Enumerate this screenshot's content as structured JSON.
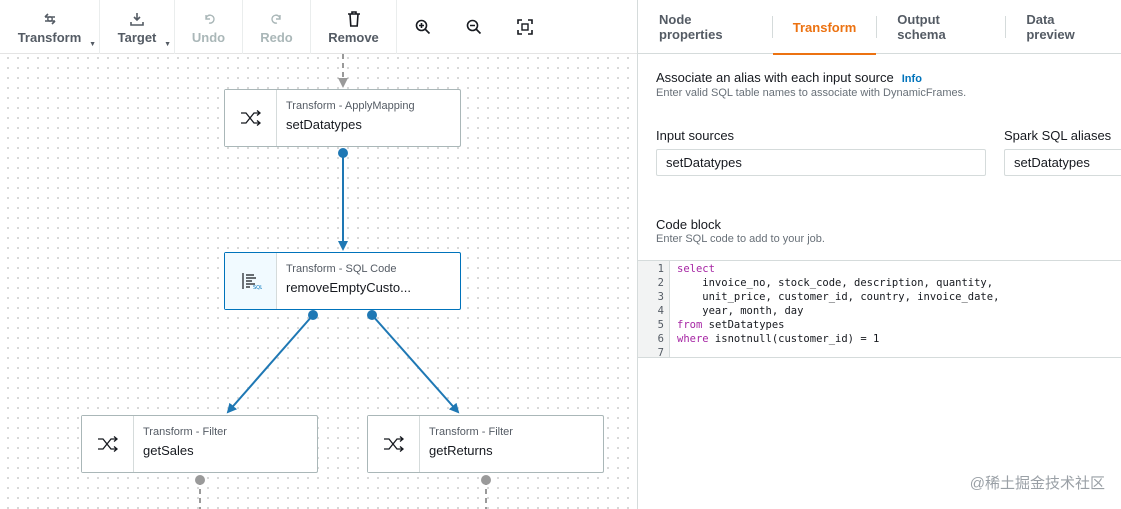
{
  "toolbar": {
    "transform_label": "Transform",
    "target_label": "Target",
    "undo_label": "Undo",
    "redo_label": "Redo",
    "remove_label": "Remove"
  },
  "nodes": [
    {
      "type": "Transform - ApplyMapping",
      "name": "setDatatypes",
      "icon": "shuffle-icon"
    },
    {
      "type": "Transform - SQL Code",
      "name": "removeEmptyCusto...",
      "icon": "sql-icon",
      "selected": true
    },
    {
      "type": "Transform - Filter",
      "name": "getSales",
      "icon": "shuffle-icon"
    },
    {
      "type": "Transform - Filter",
      "name": "getReturns",
      "icon": "shuffle-icon"
    }
  ],
  "tabs": [
    {
      "label": "Node properties"
    },
    {
      "label": "Transform",
      "active": true
    },
    {
      "label": "Output schema"
    },
    {
      "label": "Data preview"
    }
  ],
  "transform": {
    "alias_heading": "Associate an alias with each input source",
    "info_link": "Info",
    "alias_hint": "Enter valid SQL table names to associate with DynamicFrames.",
    "input_sources_label": "Input sources",
    "input_sources_value": "setDatatypes",
    "aliases_label": "Spark SQL aliases",
    "aliases_value": "setDatatypes",
    "code_heading": "Code block",
    "code_hint": "Enter SQL code to add to your job.",
    "code_lines": [
      {
        "n": "1",
        "kw": "select",
        "text": ""
      },
      {
        "n": "2",
        "kw": "",
        "text": "    invoice_no, stock_code, description, quantity,"
      },
      {
        "n": "3",
        "kw": "",
        "text": "    unit_price, customer_id, country, invoice_date,"
      },
      {
        "n": "4",
        "kw": "",
        "text": "    year, month, day"
      },
      {
        "n": "5",
        "kw": "from",
        "text": " setDatatypes"
      },
      {
        "n": "6",
        "kw": "where",
        "text": " isnotnull(customer_id) = 1"
      },
      {
        "n": "7",
        "kw": "",
        "text": ""
      }
    ]
  },
  "watermark": "@稀土掘金技术社区",
  "colors": {
    "accent": "#ec7211",
    "edge": "#1f78b4",
    "link": "#0073bb"
  }
}
